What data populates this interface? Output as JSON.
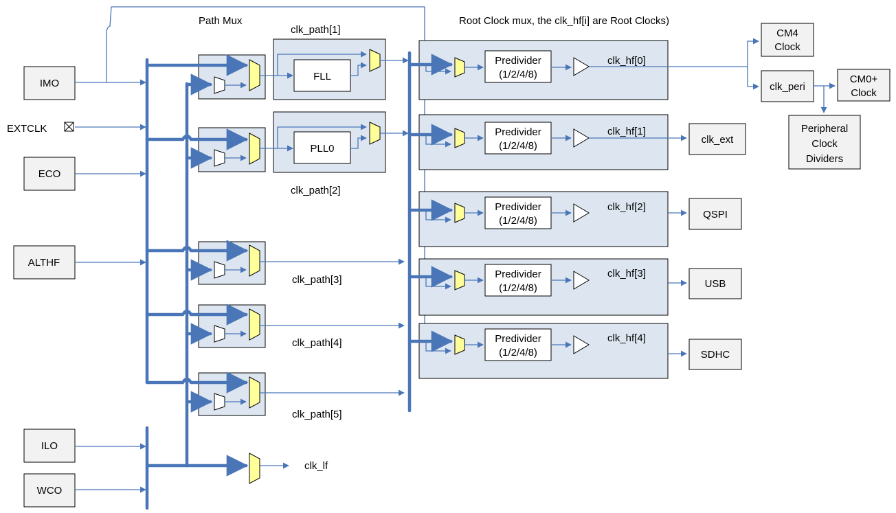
{
  "sources": {
    "imo": "IMO",
    "extclk": "EXTCLK",
    "eco": "ECO",
    "althf": "ALTHF",
    "ilo": "ILO",
    "wco": "WCO"
  },
  "path_mux_title": "Path Mux",
  "root_mux_title": "Root Clock mux, the clk_hf[i] are Root  Clocks)",
  "fll": "FLL",
  "pll": "PLL0",
  "clk_paths": [
    "clk_path[1]",
    "clk_path[2]",
    "clk_path[3]",
    "clk_path[4]",
    "clk_path[5]"
  ],
  "predivider": {
    "line1": "Predivider",
    "line2": "(1/2/4/8)"
  },
  "clk_hf": [
    "clk_hf[0]",
    "clk_hf[1]",
    "clk_hf[2]",
    "clk_hf[3]",
    "clk_hf[4]"
  ],
  "outputs": {
    "cm4": [
      "CM4",
      "Clock"
    ],
    "clk_peri": "clk_peri",
    "cm0": [
      "CM0+",
      "Clock"
    ],
    "peripheral": [
      "Peripheral",
      "Clock",
      "Dividers"
    ],
    "clk_ext": "clk_ext",
    "qspi": "QSPI",
    "usb": "USB",
    "sdhc": "SDHC"
  },
  "clk_lf": "clk_lf",
  "colors": {
    "wire": "#4a76b8",
    "mux": "#ffff99",
    "panel": "#dde6f0",
    "box": "#f2f2f2"
  }
}
